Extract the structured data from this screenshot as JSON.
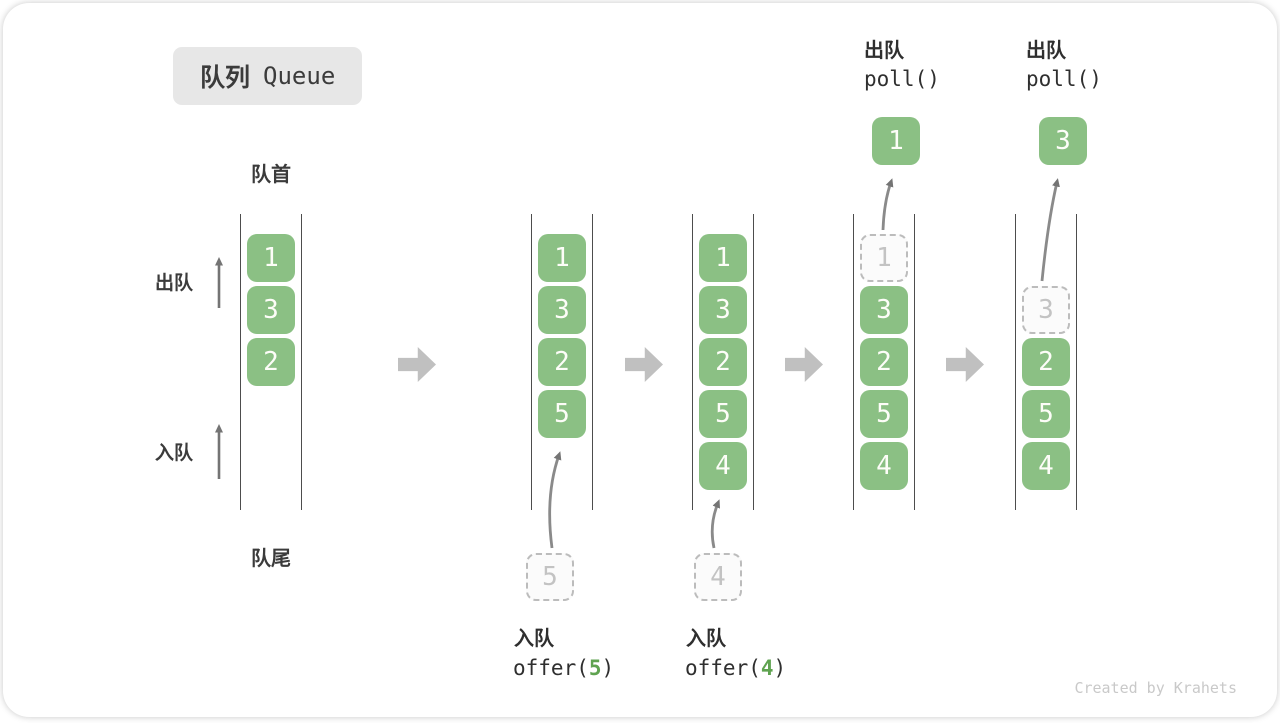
{
  "title": {
    "zh": "队列",
    "en": "Queue"
  },
  "labels": {
    "front": "队首",
    "rear": "队尾",
    "dequeue_side": "出队",
    "enqueue_side": "入队"
  },
  "operations": {
    "enqueue5": {
      "name": "入队",
      "code_prefix": "offer(",
      "arg": "5",
      "code_suffix": ")"
    },
    "enqueue4": {
      "name": "入队",
      "code_prefix": "offer(",
      "arg": "4",
      "code_suffix": ")"
    },
    "dequeue1": {
      "name": "出队",
      "code": "poll()",
      "result": "1"
    },
    "dequeue3": {
      "name": "出队",
      "code": "poll()",
      "result": "3"
    }
  },
  "staged": {
    "enqueue5": "5",
    "enqueue4": "4"
  },
  "states": [
    {
      "boxes": [
        "1",
        "3",
        "2"
      ]
    },
    {
      "boxes": [
        "1",
        "3",
        "2",
        "5"
      ]
    },
    {
      "boxes": [
        "1",
        "3",
        "2",
        "5",
        "4"
      ]
    },
    {
      "ghost": "1",
      "boxes": [
        "3",
        "2",
        "5",
        "4"
      ]
    },
    {
      "ghost": "3",
      "boxes": [
        "2",
        "5",
        "4"
      ]
    }
  ],
  "watermark": "Created by Krahets",
  "colors": {
    "box_green": "#8BC084",
    "arg_green": "#5FA350",
    "channel_line": "#4d4d4d",
    "arrow_gray": "#747474",
    "block_arrow_gray": "#c0c0c0"
  }
}
